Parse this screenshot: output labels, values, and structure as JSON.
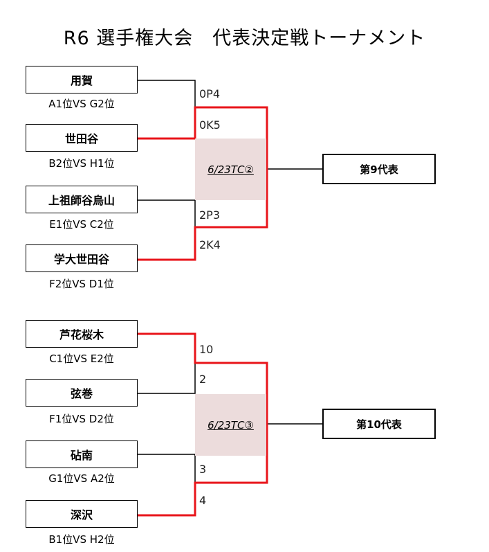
{
  "title": "R6 選手権大会　代表決定戦トーナメント",
  "colors": {
    "winner_line": "#e8141a",
    "line": "#000000",
    "venue_bg": "#ecdcdc"
  },
  "groups": [
    {
      "teams": [
        {
          "name": "用賀",
          "seed": "A1位VS G2位"
        },
        {
          "name": "世田谷",
          "seed": "B2位VS H1位"
        },
        {
          "name": "上祖師谷烏山",
          "seed": "E1位VS C2位"
        },
        {
          "name": "学大世田谷",
          "seed": "F2位VS D1位"
        }
      ],
      "scores": [
        "0P4",
        "0K5",
        "2P3",
        "2K4"
      ],
      "venue": "6/23TC②",
      "representative": "第9代表"
    },
    {
      "teams": [
        {
          "name": "芦花桜木",
          "seed": "C1位VS E2位"
        },
        {
          "name": "弦巻",
          "seed": "F1位VS D2位"
        },
        {
          "name": "砧南",
          "seed": "G1位VS A2位"
        },
        {
          "name": "深沢",
          "seed": "B1位VS H2位"
        }
      ],
      "scores": [
        "10",
        "2",
        "3",
        "4"
      ],
      "venue": "6/23TC③",
      "representative": "第10代表"
    }
  ]
}
